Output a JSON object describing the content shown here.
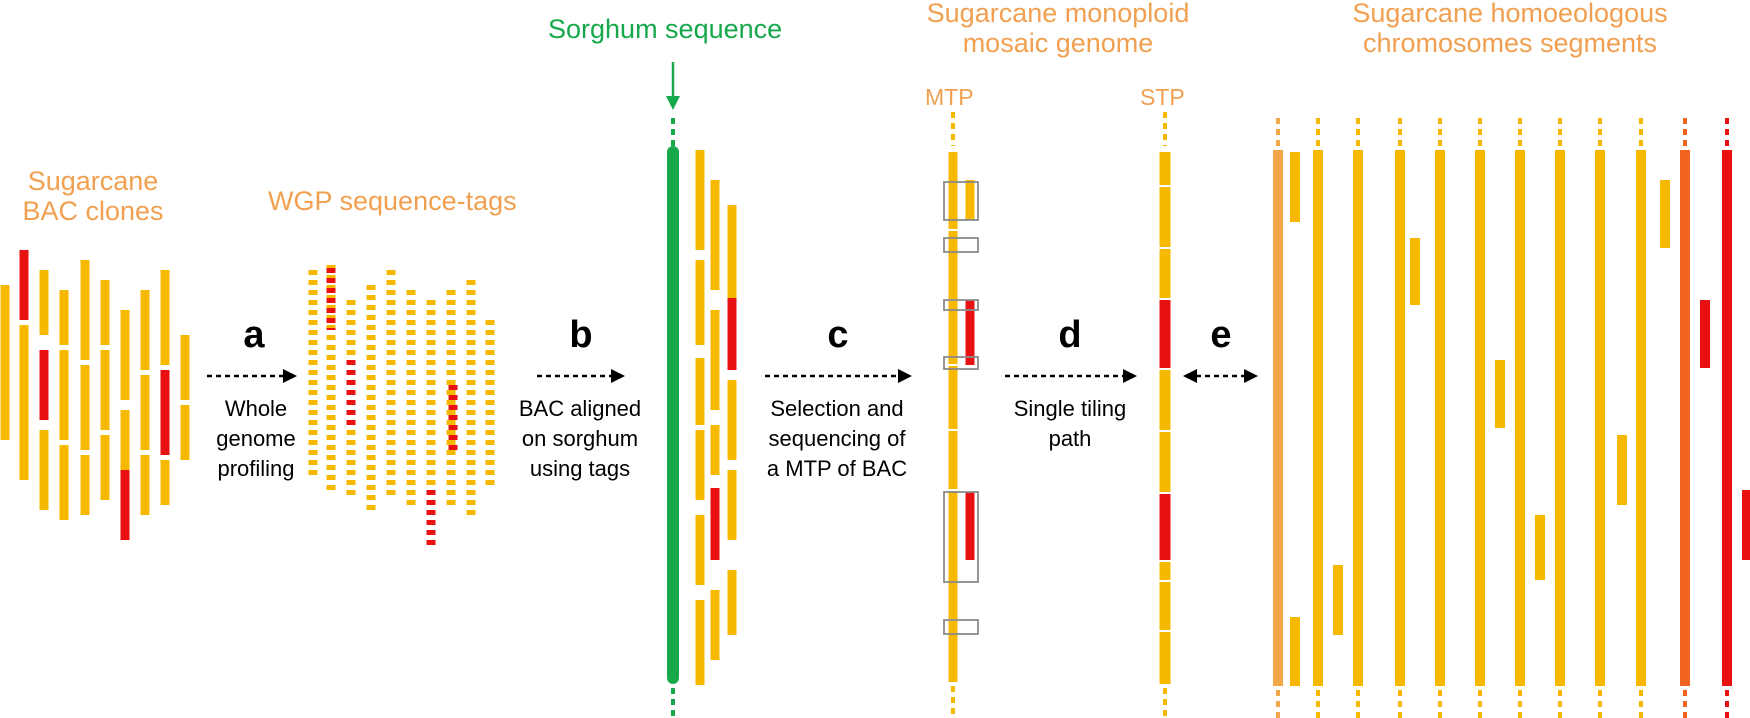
{
  "labels": {
    "bac_clones_line1": "Sugarcane",
    "bac_clones_line2": "BAC clones",
    "wgp_tags": "WGP sequence-tags",
    "sorghum": "Sorghum sequence",
    "monoploid_line1": "Sugarcane monoploid",
    "monoploid_line2": "mosaic genome",
    "homoeologous_line1": "Sugarcane homoeologous",
    "homoeologous_line2": "chromosomes segments",
    "mtp": "MTP",
    "stp": "STP"
  },
  "steps": [
    {
      "letter": "a",
      "lines": [
        "Whole",
        "genome",
        "profiling"
      ]
    },
    {
      "letter": "b",
      "lines": [
        "BAC aligned",
        "on sorghum",
        "using tags"
      ]
    },
    {
      "letter": "c",
      "lines": [
        "Selection and",
        "sequencing of",
        "a MTP of BAC"
      ]
    },
    {
      "letter": "d",
      "lines": [
        "Single tiling",
        "path"
      ]
    },
    {
      "letter": "e",
      "lines": []
    }
  ],
  "colors": {
    "label_orange": "#f0a050",
    "sorghum_green": "#17a84b",
    "bac_yellow": "#f7b900",
    "bac_red": "#e81010",
    "chrom_light_orange": "#f2a748",
    "chrom_dark_orange": "#f06420",
    "box_gray": "#8a8a8a"
  }
}
